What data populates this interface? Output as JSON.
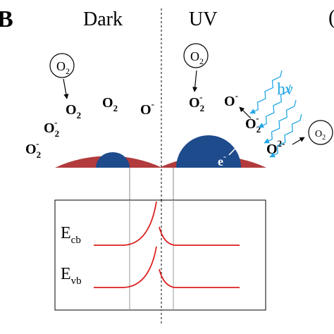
{
  "panel_label": "B",
  "cut_label": "(",
  "headers": {
    "left": "Dark",
    "right": "UV"
  },
  "light": {
    "label": "hν",
    "arrow_count": 4
  },
  "left_particle": {
    "o2_circle": {
      "base": "O",
      "sub": "2"
    },
    "labels": [
      {
        "base": "O",
        "sub": "2",
        "sup": ""
      },
      {
        "base": "O",
        "sub": "2",
        "sup": ""
      },
      {
        "base": "O",
        "sub": "",
        "sup": "-"
      },
      {
        "base": "O",
        "sub": "2",
        "sup": "-"
      },
      {
        "base": "O",
        "sub": "2",
        "sup": "-"
      }
    ]
  },
  "right_particle": {
    "o2_circle": {
      "base": "O",
      "sub": "2"
    },
    "o2_circle_edge": {
      "base": "O",
      "sub": "2"
    },
    "labels": [
      {
        "base": "O",
        "sub": "2",
        "sup": "-"
      },
      {
        "base": "O",
        "sub": "",
        "sup": "-"
      },
      {
        "base": "O",
        "sub": "2",
        "sup": "-"
      },
      {
        "base": "O",
        "sub": "",
        "sup": "2-"
      }
    ],
    "electron": {
      "base": "e",
      "sup": "-"
    }
  },
  "band_diagram": {
    "conduction": {
      "base": "E",
      "sub": "cb"
    },
    "valence": {
      "base": "E",
      "sub": "vb"
    }
  },
  "colors": {
    "shell": "#b23b3d",
    "core": "#1e4b8c",
    "band": "#dd1f1f",
    "light": "#23a7e6",
    "ink": "#000000"
  }
}
